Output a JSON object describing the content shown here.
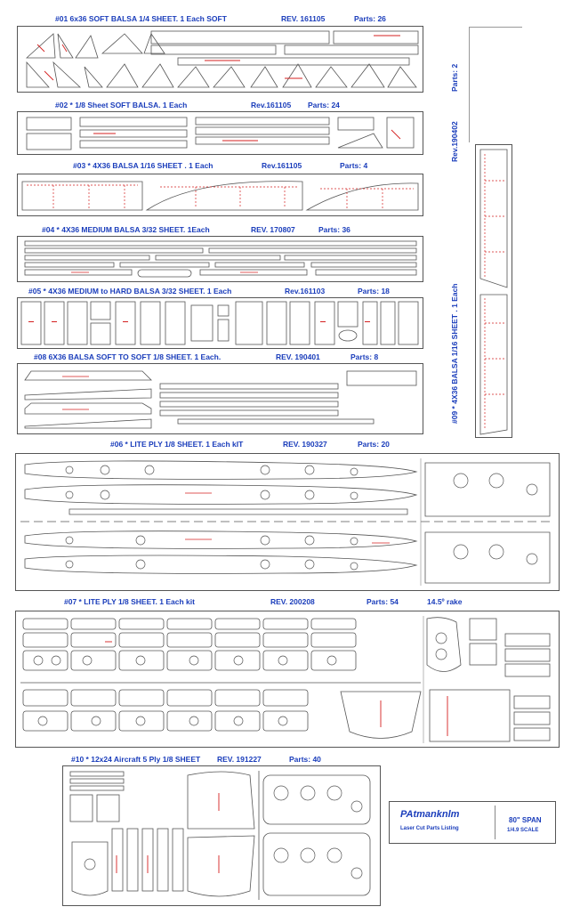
{
  "sheets": [
    {
      "id": "s01",
      "title": "#01     6x36 SOFT BALSA 1/4 SHEET. 1 Each SOFT",
      "rev": "REV. 161105",
      "parts": "Parts: 26"
    },
    {
      "id": "s02",
      "title": "#02  *  1/8 Sheet SOFT BALSA. 1 Each",
      "rev": "Rev.161105",
      "parts": "Parts: 24"
    },
    {
      "id": "s03",
      "title": "#03  *  4X36 BALSA 1/16 SHEET . 1 Each",
      "rev": "Rev.161105",
      "parts": "Parts: 4"
    },
    {
      "id": "s04",
      "title": "#04  *  4X36 MEDIUM BALSA 3/32 SHEET.  1Each",
      "rev": "REV. 170807",
      "parts": "Parts: 36"
    },
    {
      "id": "s05",
      "title": "#05  *  4X36 MEDIUM to HARD BALSA 3/32 SHEET. 1 Each",
      "rev": "Rev.161103",
      "parts": "Parts: 18"
    },
    {
      "id": "s08",
      "title": "#08  6X36 BALSA SOFT TO SOFT 1/8 SHEET.  1 Each.",
      "rev": "REV. 190401",
      "parts": "Parts: 8"
    },
    {
      "id": "s06",
      "title": "#06  *  LITE PLY 1/8 SHEET. 1 Each kIT",
      "rev": "REV. 190327",
      "parts": "Parts: 20"
    },
    {
      "id": "s07",
      "title": "#07  *  LITE PLY 1/8 SHEET. 1 Each kit",
      "rev": "REV. 200208",
      "parts": "Parts: 54",
      "extra": "14.5º rake"
    },
    {
      "id": "s10",
      "title": "#10 * 12x24 Aircraft 5 Ply 1/8 SHEET",
      "rev": "REV. 191227",
      "parts": "Parts: 40"
    }
  ],
  "sheet09": {
    "title": "#09 *  4X36 BALSA 1/16 SHEET . 1 Each",
    "rev": "Rev.190402",
    "parts": "Parts: 2"
  },
  "info_box": {
    "logo": "PAtmanknlm",
    "subtitle": "Laser Cut Parts Listing",
    "span": "80\" SPAN",
    "scale": "1/4.9 SCALE"
  },
  "colors": {
    "label": "#1a3dbb",
    "outline": "#555555",
    "red": "#d42020"
  }
}
